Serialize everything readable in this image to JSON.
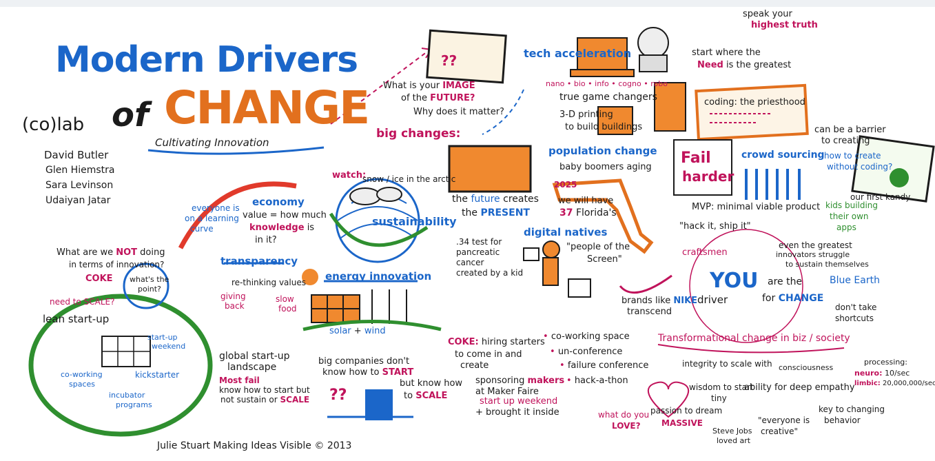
{
  "header": {
    "title_line1": "Modern Drivers",
    "title_of": "of",
    "title_change": "CHANGE",
    "subtitle": "Cultivating Innovation",
    "colab": "(co)lab",
    "names": [
      "David Butler",
      "Glen Hiemstra",
      "Sara Levinson",
      "Udaiyan Jatar"
    ]
  },
  "image_future": {
    "qmarks": "??",
    "q1": "What is your",
    "q1b": "IMAGE",
    "q2": "of the",
    "q2b": "FUTURE?",
    "q3": "Why does it matter?"
  },
  "tech": {
    "title": "tech acceleration",
    "nano": "nano • bio • info • cogno • robo",
    "gc": "true game changers",
    "p1": "3-D printing",
    "p2": "to build buildings"
  },
  "speak": {
    "l1": "speak your",
    "l2": "highest truth",
    "s1": "start where the",
    "need": "Need",
    "s2": "is the greatest"
  },
  "coding": {
    "title": "coding: the priesthood",
    "barrier1": "can be a barrier",
    "barrier2": "to creating",
    "hc1": "how to create",
    "hc2": "without coding?",
    "kandy": "our first kandy",
    "kids1": "kids building",
    "kids2": "their own",
    "kids3": "apps"
  },
  "fail": {
    "l1": "Fail",
    "l2": "harder",
    "crowd": "crowd sourcing",
    "mvp": "MVP: minimal viable product",
    "hack": "\"hack it, ship it\""
  },
  "big_changes": {
    "title": "big changes:",
    "f1": "the",
    "f1b": "future",
    "f1c": "creates",
    "f2": "the",
    "f2b": "PRESENT"
  },
  "population": {
    "title": "population change",
    "bb": "baby boomers aging",
    "year": "2025",
    "wh": "we will have",
    "fl_num": "37",
    "fl": "Florida's"
  },
  "digital": {
    "title": "digital natives",
    "t1": ".34 test for",
    "t2": "pancreatic",
    "t3": "cancer",
    "t4": "created by a kid",
    "people1": "\"people of the",
    "people2": "Screen\""
  },
  "brands": {
    "l1": "brands like",
    "nike": "NIKE",
    "l2": "transcend",
    "craftsmen": "craftsmen"
  },
  "you": {
    "you": "YOU",
    "are": "are the",
    "driver": "driver",
    "for": "for",
    "change": "CHANGE",
    "g1": "even the greatest",
    "g2": "innovators struggle",
    "g3": "to sustain themselves",
    "blue_earth": "Blue Earth",
    "dt1": "don't take",
    "dt2": "shortcuts"
  },
  "economy": {
    "learn1": "everyone is",
    "learn2": "on a",
    "learn3": "learning",
    "learn4": "curve",
    "title": "economy",
    "v1": "value = how much",
    "v2": "knowledge",
    "v3": "is",
    "v4": "in it?"
  },
  "sustain": {
    "watch": "watch:",
    "ice": "snow / ice in the arctic",
    "title": "sustainability"
  },
  "transparency": {
    "title": "transparency",
    "re": "re-thinking values",
    "giving1": "giving",
    "giving2": "back",
    "slow1": "slow",
    "slow2": "food"
  },
  "energy": {
    "title": "energy innovation",
    "solar": "solar",
    "amp": "+",
    "wind": "wind"
  },
  "left": {
    "not1": "What are we",
    "not1b": "NOT",
    "not1c": "doing",
    "not2": "in terms of innovation?",
    "coke": "COKE",
    "point1": "what's the",
    "point2": "point?",
    "scale": "need to SCALE?",
    "lean": "lean start-up",
    "startup1": "start-up",
    "startup2": "weekend",
    "kick": "kickstarter",
    "cow1": "co-working",
    "cow2": "spaces",
    "inc1": "incubator",
    "inc2": "programs"
  },
  "global": {
    "g1": "global start-up",
    "g2": "landscape",
    "mf": "Most fail",
    "k1": "know how to start but",
    "k2": "not sustain or",
    "k2b": "SCALE"
  },
  "bigco": {
    "b1": "big companies don't",
    "b2": "know how to",
    "b2b": "START",
    "qm": "??",
    "s1": "but know how",
    "s2": "to",
    "s2b": "SCALE"
  },
  "coke_hiring": {
    "h1": "COKE:",
    "h1b": "hiring starters",
    "h2": "to come in and",
    "h3": "create",
    "s1": "sponsoring",
    "s1b": "makers",
    "s2": "at Maker Faire",
    "s3": "start up weekend",
    "s4": "+ brought it inside"
  },
  "events": [
    "co-working space",
    "un-conference",
    "failure conference",
    "hack-a-thon"
  ],
  "transform": {
    "title": "Transformational change in biz / society",
    "i1": "integrity to scale with",
    "i2": "consciousness",
    "w1": "wisdom to start",
    "w2": "tiny",
    "empathy": "ability for deep empathy",
    "proc": "processing:",
    "neuro": "neuro:",
    "neuro_v": "10/sec",
    "limbic": "limbic:",
    "limbic_v": "20,000,000/sec",
    "key1": "key to changing",
    "key2": "behavior",
    "love1": "what do",
    "love2": "you",
    "love3": "LOVE?",
    "passion1": "passion to dream",
    "passion2": "MASSIVE",
    "jobs1": "Steve Jobs",
    "jobs2": "loved art",
    "creative1": "\"everyone is",
    "creative2": "creative\""
  },
  "credit": "Julie Stuart Making Ideas Visible © 2013"
}
